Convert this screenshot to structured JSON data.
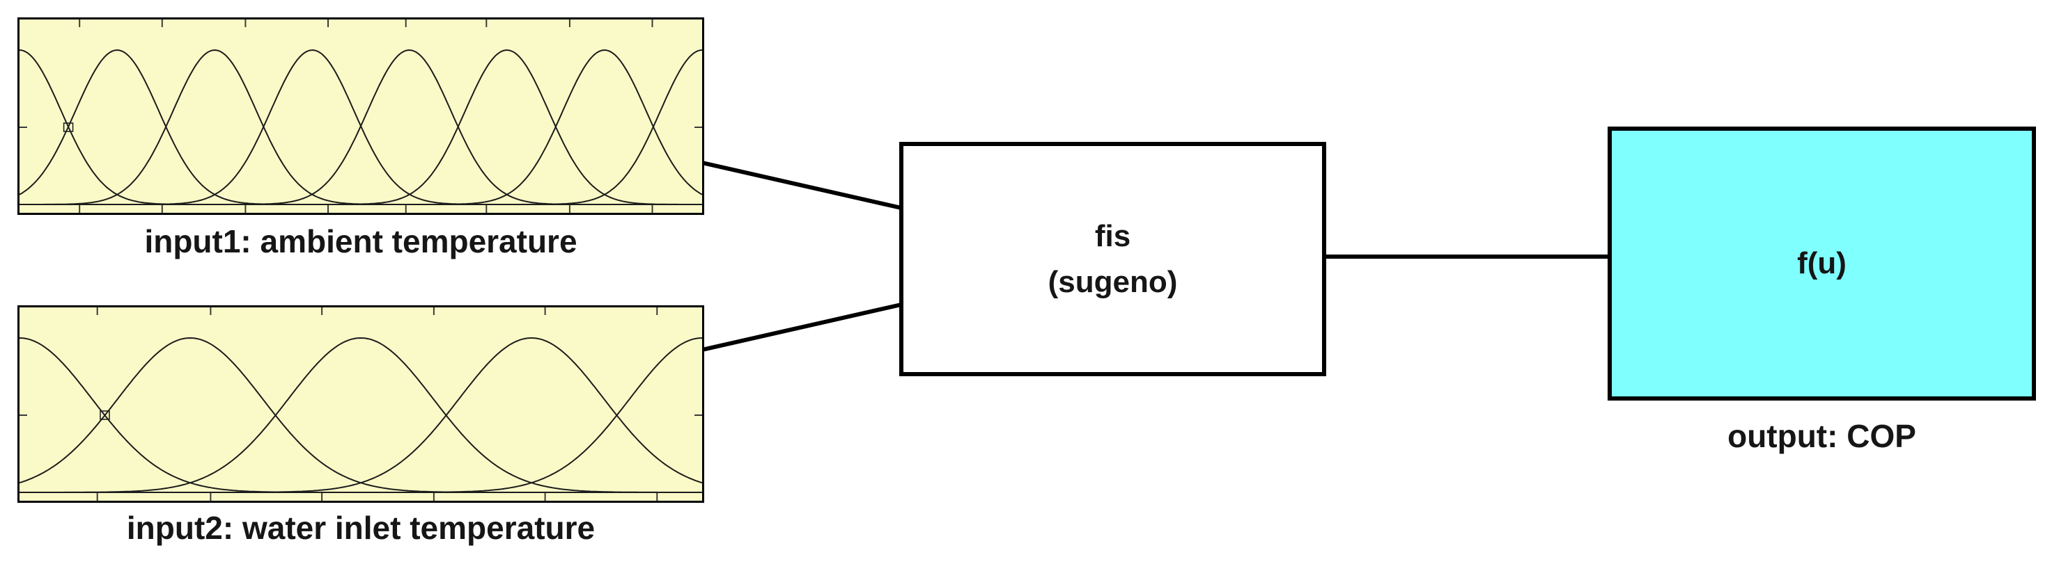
{
  "diagram": {
    "background_color": "#ffffff",
    "line_color": "#000000",
    "inputs": [
      {
        "label": "input1: ambient temperature"
      },
      {
        "label": "input2: water inlet temperature"
      }
    ],
    "fis_block": {
      "name": "fis",
      "method": "(sugeno)",
      "fill": "#ffffff"
    },
    "output_block": {
      "value": "f(u)",
      "label": "output: COP",
      "fill": "#80ffff"
    }
  },
  "chart_data": [
    {
      "type": "line",
      "name": "input1 membership functions",
      "title": "input1: ambient temperature",
      "mf_type": "gaussmf",
      "mf_count": 8,
      "centers": [
        0,
        0.143,
        0.286,
        0.429,
        0.571,
        0.714,
        0.857,
        1
      ],
      "sigma": 0.061,
      "x_range": [
        0,
        1
      ],
      "y_range": [
        0,
        1
      ],
      "grid": false,
      "x_tick_fractions": [
        0.088,
        0.209,
        0.331,
        0.452,
        0.566,
        0.684,
        0.806,
        0.927
      ],
      "bg_color": "#fafac8",
      "curve_color": "#1c1c1c"
    },
    {
      "type": "line",
      "name": "input2 membership functions",
      "title": "input2: water inlet temperature",
      "mf_type": "gaussmf",
      "mf_count": 5,
      "centers": [
        0,
        0.25,
        0.5,
        0.75,
        1
      ],
      "sigma": 0.106,
      "x_range": [
        0,
        1
      ],
      "y_range": [
        0,
        1
      ],
      "grid": false,
      "x_tick_fractions": [
        0.114,
        0.28,
        0.443,
        0.607,
        0.77,
        0.934
      ],
      "bg_color": "#fafac8",
      "curve_color": "#1c1c1c"
    }
  ]
}
